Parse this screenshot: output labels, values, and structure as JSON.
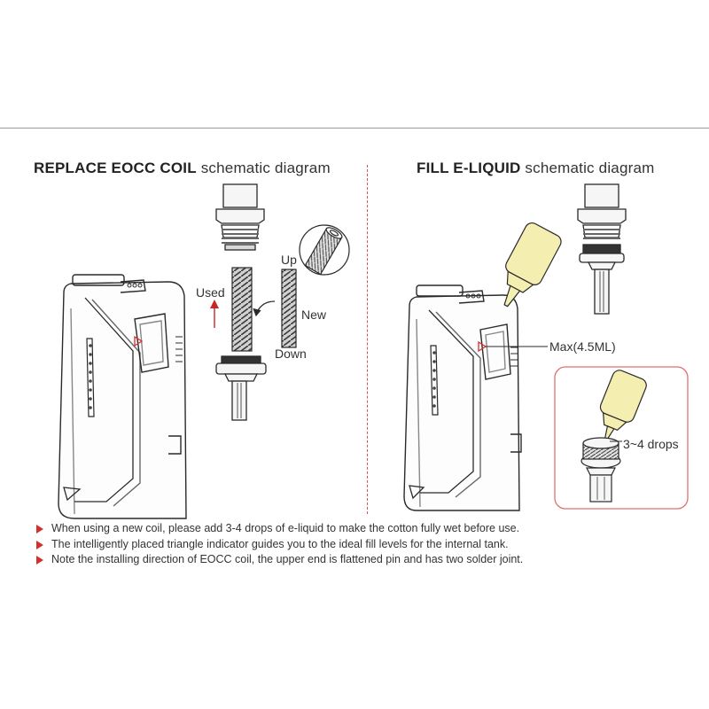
{
  "left": {
    "heading_bold": "REPLACE EOCC COIL",
    "heading_thin": " schematic diagram",
    "labels": {
      "used": "Used",
      "up": "Up",
      "new": "New",
      "down": "Down"
    }
  },
  "right": {
    "heading_bold": "FILL E-LIQUID",
    "heading_thin": " schematic diagram",
    "labels": {
      "max": "Max(4.5ML)",
      "drops": "3~4 drops"
    }
  },
  "notes": [
    "When using a new coil, please add 3-4 drops of e-liquid to make the cotton fully wet before use.",
    "The intelligently placed triangle indicator guides you to the ideal fill levels for the internal tank.",
    "Note the installing direction of EOCC coil, the upper end is flattened pin and has two solder joint."
  ],
  "colors": {
    "accent": "#d32f2f",
    "liquid_bottle": "#f4eeb0",
    "callout_border": "#e07070"
  }
}
